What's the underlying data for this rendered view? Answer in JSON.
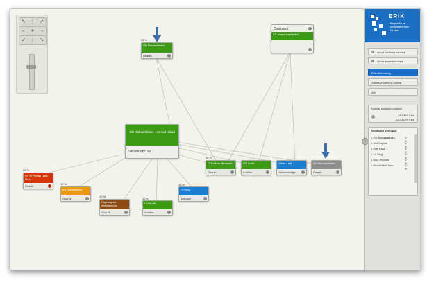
{
  "nodes": {
    "top_center": {
      "pct": "28 %",
      "title": "OÜ Rahaarikkaks",
      "foot": "Osanik"
    },
    "main": {
      "title": "OÜ Rahaarikkaks - seotud isikud",
      "count_label": "Seoste arv: 32"
    },
    "osalused": {
      "title": "Osalused",
      "sub": "AS Avaad kapitalidid"
    },
    "red": {
      "pct": "25 %",
      "title": "Fix or Repair Daily Meet",
      "foot": "Osanik"
    },
    "orange": {
      "pct": "15 %",
      "title": "AS Virtuaalneks",
      "foot": "Osanik"
    },
    "brown": {
      "pct": "20 %",
      "title": "Rägbergiste meiobeeium",
      "foot": "Osanik"
    },
    "green_b": {
      "pct": "10 %",
      "title": "OÜ Audit",
      "foot": "Audiitor"
    },
    "blue_b": {
      "pct": "10 %",
      "title": "Lõ Sing",
      "foot": "Arhivaar"
    },
    "green_r1": {
      "pct": "30 %",
      "title": "OÜ Vibers filmstudio",
      "foot": "Osanik"
    },
    "green_r2": {
      "title": "OÜ Audit",
      "foot": "Audiitor"
    },
    "blue_r": {
      "title": "Oliver Laid",
      "foot": "Juhatuse liige"
    },
    "gray_r": {
      "title": "OÜ Rahaarikkaks",
      "foot": "Osanik"
    }
  },
  "nav": {
    "up": "↑",
    "down": "↓",
    "left": "←",
    "right": "→",
    "center": "●"
  },
  "panel": {
    "brand": "ERIK",
    "tagline": "Registrite ja Infosüsteemide Keskus",
    "btn_show_participants": "Ainult kehtivad seosed",
    "btn_show_owners": "Ainult omandiseosed",
    "btn_search": "Ettevõtte otsing",
    "btn_save": "Salvesta tulemus pildina",
    "btn_help": "Abi",
    "sum_title": "Summa sessiooni jooksul",
    "sum_line1": "68 EEK + km",
    "sum_line2": "3,83 EUR + km",
    "list_title": "Teostatud päringud",
    "list_items": [
      "OÜ Rahaarikkaks",
      "Hell Kopher",
      "Erie Raid",
      "Lõ Sing",
      "Eiria Rivdogi",
      "Smar Hata Jenn"
    ]
  },
  "colors": {
    "green": "#3c9a14",
    "red": "#d8340c",
    "orange": "#e89a12",
    "brown": "#8b4b12",
    "blue": "#1a7ed2",
    "gray": "#8e8e8e",
    "brand": "#1a6fc4",
    "arrow": "#3c6ea8"
  }
}
